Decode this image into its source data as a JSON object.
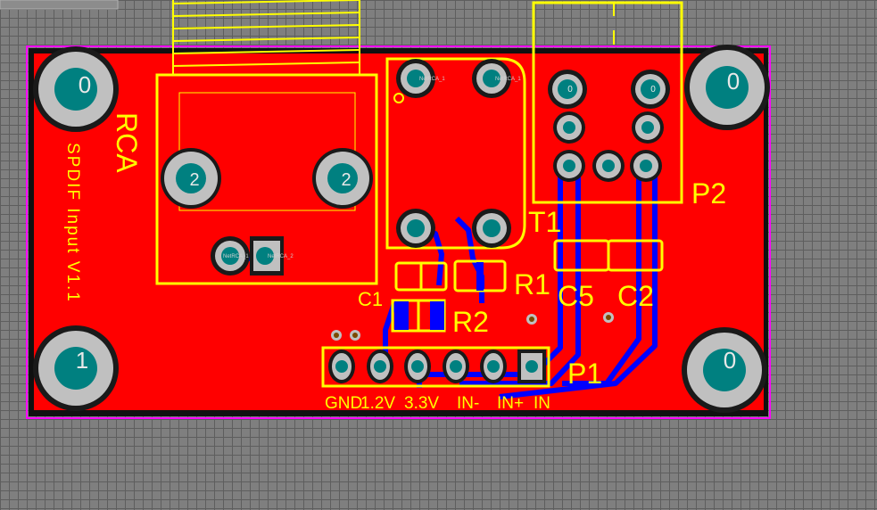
{
  "board": {
    "colors": {
      "grid_background": "#7f7f7f",
      "top_copper": "#ff0000",
      "bottom_copper": "#0000ff",
      "top_overlay": "#ffff00",
      "pad": "#c0c0c0",
      "drill": "#008080",
      "board_outline": "#ff00ff"
    },
    "mounting_holes": [
      "0",
      "0",
      "1",
      "0"
    ]
  },
  "components": {
    "rca": {
      "designator": "RCA",
      "pad_labels": [
        "2",
        "2"
      ],
      "net_labels": [
        "NetRCA_1",
        "NetRCA_2"
      ]
    },
    "transformer": {
      "designator": "T1",
      "net_labels": [
        "NetRCA_1",
        "NetRCA_1"
      ]
    },
    "p2": {
      "designator": "P2",
      "pad_labels": [
        "0",
        "0"
      ]
    },
    "p1": {
      "designator": "P1",
      "pin_labels": [
        "GND",
        "1.2V",
        "3.3V",
        "IN-",
        "IN+",
        "IN"
      ]
    },
    "passives": {
      "c1": "C1",
      "r1": "R1",
      "r2": "R2",
      "c5": "C5",
      "c2": "C2"
    }
  },
  "board_text": "SPDIF Input V1.1"
}
